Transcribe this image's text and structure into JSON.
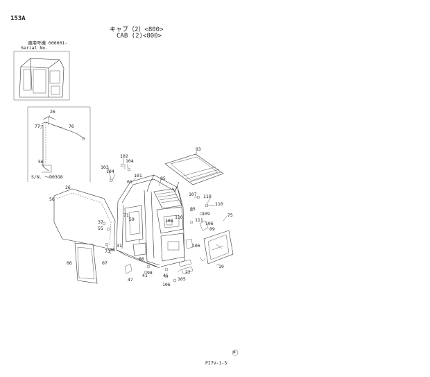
{
  "header": {
    "page_code": "153A",
    "title_jp": "キャブ（2）<800>",
    "title_en": "CAB (2)<800>",
    "serial_label_jp": "適用号機",
    "serial_value": "006001-",
    "serial_label_en": "Serial No.",
    "inset_serial": "S/N. ～D03O8"
  },
  "callouts": {
    "c26a": "26",
    "c77": "77",
    "c76": "76",
    "c56a": "56",
    "c102": "102",
    "c104a": "104",
    "c103": "103",
    "c104b": "104",
    "c101": "101",
    "c01": "01",
    "c93": "93",
    "c95": "95",
    "c26b": "26",
    "c56b": "56",
    "c107": "107",
    "c110a": "110",
    "c110b": "110",
    "c25": "25",
    "c109": "109",
    "c75": "75",
    "c71": "71",
    "c59": "59",
    "c108": "108",
    "c110c": "110",
    "c111": "111",
    "c37": "37",
    "c55": "55",
    "c106a": "106",
    "c09": "09",
    "c31": "31",
    "c106b": "106",
    "c73": "73",
    "c98a": "98",
    "c06": "06",
    "c07": "07",
    "c60": "60",
    "c19": "19",
    "c47": "47",
    "c41": "41",
    "c98b": "98",
    "c22": "22",
    "c45": "45",
    "c105": "105",
    "c106c": "106"
  },
  "footer": {
    "symbol": "⊛",
    "page_ref": "PI7V-1-5"
  }
}
